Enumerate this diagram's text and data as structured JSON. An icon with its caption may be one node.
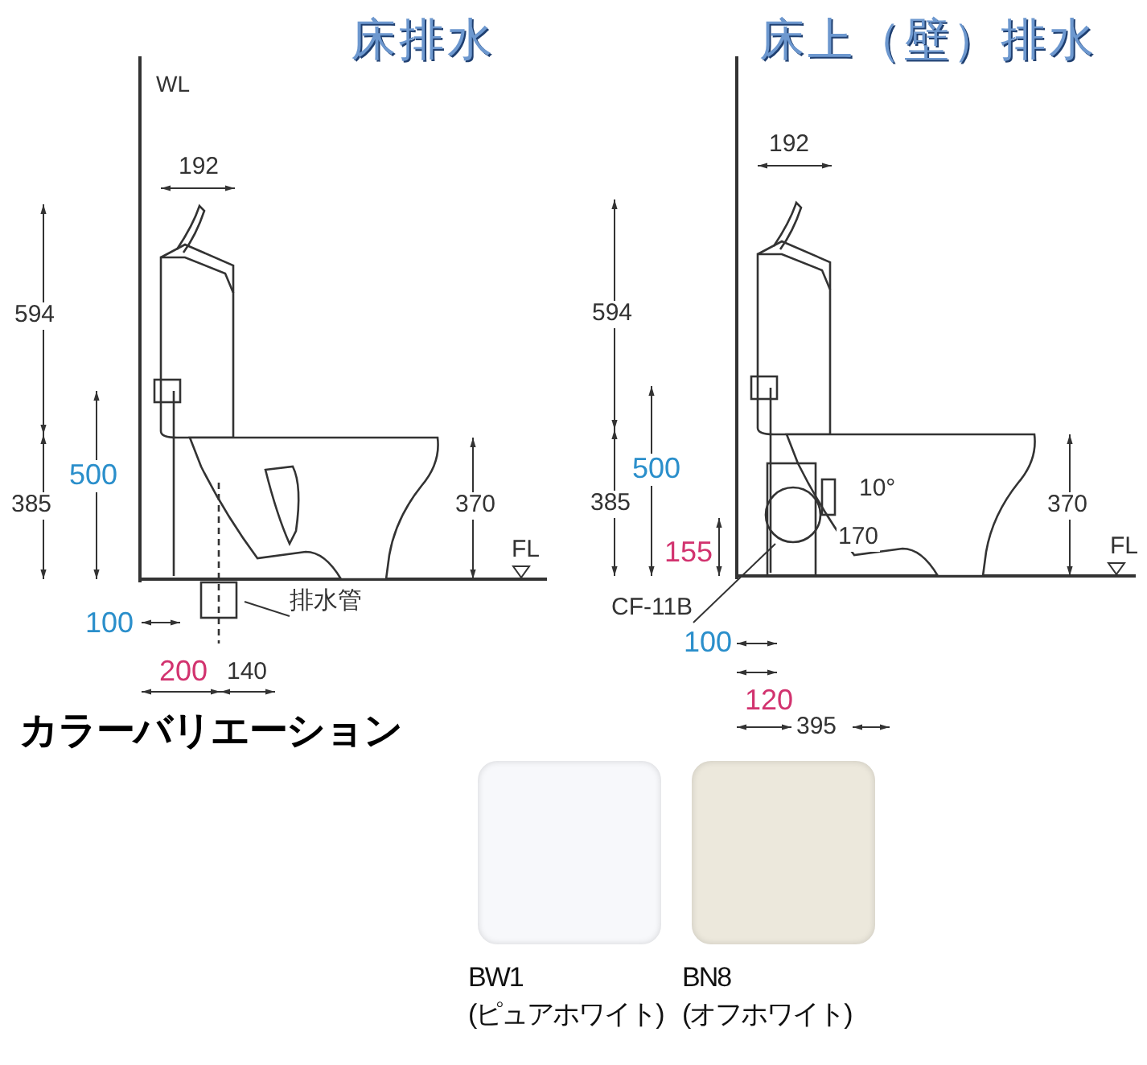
{
  "diagram": {
    "nodes": [
      {
        "text": [
          "排水管"
        ]
      },
      {
        "text": [
          "CF-11B"
        ]
      }
    ],
    "edges": [
      {
        "from": 0,
        "to": null,
        "arrow": "none"
      },
      {
        "from": 1,
        "to": null,
        "arrow": "none"
      }
    ],
    "labels": [
      "床排水",
      "WL",
      "192",
      "594",
      "500",
      "385",
      "370",
      "FL",
      "100",
      "200",
      "140",
      "床上（壁）排水",
      "192",
      "594",
      "500",
      "385",
      "10°",
      "370",
      "155",
      "170",
      "FL",
      "100",
      "120",
      "395",
      "カラーバリエーション"
    ],
    "legend": [
      {
        "text": "BW1 (ピュアホワイト)",
        "color": "#f7f8fb"
      },
      {
        "text": "BN8 (オフホワイト)",
        "color": "#ece8dc"
      }
    ]
  }
}
